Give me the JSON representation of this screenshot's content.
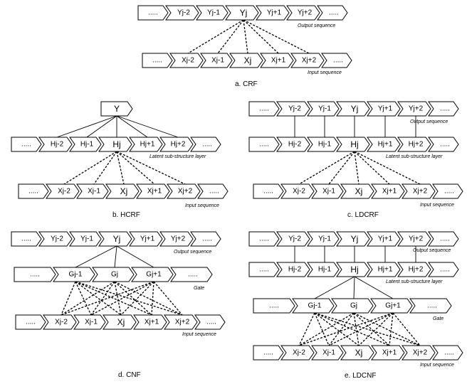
{
  "panels": [
    {
      "caption": "a.    CRF",
      "rows": {
        "output": {
          "nodes": [
            ".....",
            "Yj-2",
            "Yj-1",
            "Yj",
            "Yj+1",
            "Yj+2",
            "....."
          ],
          "label": "Output sequence"
        },
        "input": {
          "nodes": [
            ".....",
            "Xj-2",
            "Xj-1",
            "Xj",
            "Xj+1",
            "Xj+2",
            "....."
          ],
          "label": "Input sequence"
        }
      }
    },
    {
      "caption": "b.    HCRF",
      "rows": {
        "top": {
          "nodes": [
            "Y"
          ]
        },
        "latent": {
          "nodes": [
            ".....",
            "Hj-2",
            "Hj-1",
            "Hj",
            "Hj+1",
            "Hj+2",
            "....."
          ],
          "label": "Latent sub-structure layer"
        },
        "input": {
          "nodes": [
            ".....",
            "Xj-2",
            "Xj-1",
            "Xj",
            "Xj+1",
            "Xj+2",
            "....."
          ],
          "label": "Input sequence"
        }
      }
    },
    {
      "caption": "c.    LDCRF",
      "rows": {
        "output": {
          "nodes": [
            ".....",
            "Yj-2",
            "Yj-1",
            "Yj",
            "Yj+1",
            "Yj+2",
            "....."
          ],
          "label": "Output sequence"
        },
        "latent": {
          "nodes": [
            ".....",
            "Hj-2",
            "Hj-1",
            "Hj",
            "Hj+1",
            "Hj+2",
            "....."
          ],
          "label": "Latent sub-structure layer"
        },
        "input": {
          "nodes": [
            ".....",
            "Xj-2",
            "Xj-1",
            "Xj",
            "Xj+1",
            "Xj+2",
            "....."
          ],
          "label": "Input sequence"
        }
      }
    },
    {
      "caption": "d.    CNF",
      "rows": {
        "output": {
          "nodes": [
            ".....",
            "Yj-2",
            "Yj-1",
            "Yj",
            "Yj+1",
            "Yj+2",
            "....."
          ],
          "label": "Output sequence"
        },
        "gate": {
          "nodes": [
            ".....",
            "Gj-1",
            "Gj",
            "Gj+1",
            "....."
          ],
          "label": "Gate"
        },
        "input": {
          "nodes": [
            ".....",
            "Xj-2",
            "Xj-1",
            "Xj",
            "Xj+1",
            "Xj+2",
            "....."
          ],
          "label": "Input sequence"
        }
      }
    },
    {
      "caption": "e.    LDCNF",
      "rows": {
        "output": {
          "nodes": [
            ".....",
            "Yj-2",
            "Yj-1",
            "Yj",
            "Yj+1",
            "Yj+2",
            "....."
          ],
          "label": "Output sequence"
        },
        "latent": {
          "nodes": [
            ".....",
            "Hj-2",
            "Hj-1",
            "Hj",
            "Hj+1",
            "Hj+2",
            "....."
          ],
          "label": "Latent sub-structure layer"
        },
        "gate": {
          "nodes": [
            ".....",
            "Gj-1",
            "Gj",
            "Gj+1",
            "....."
          ],
          "label": "Gate"
        },
        "input": {
          "nodes": [
            ".....",
            "Xj-2",
            "Xj-1",
            "Xj",
            "Xj+1",
            "Xj+2",
            "....."
          ],
          "label": "Input sequence"
        }
      }
    }
  ]
}
